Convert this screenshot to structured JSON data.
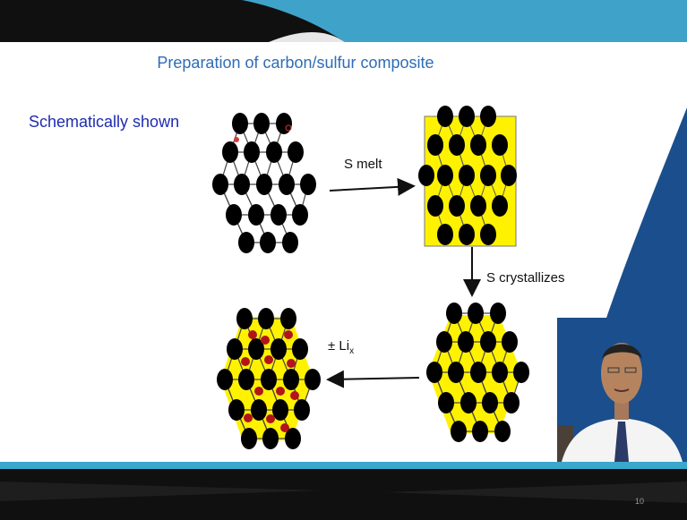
{
  "slide": {
    "title": "Preparation of carbon/sulfur composite",
    "side_label": "Schematically shown",
    "page_number": "10"
  },
  "diagram": {
    "arrow_melt_label": "S melt",
    "arrow_crystallize_label": "S crystallizes",
    "arrow_lithiation_label_prefix": "± Li",
    "arrow_lithiation_label_sub": "x",
    "structures": [
      "carbon-host",
      "carbon-with-molten-sulfur",
      "carbon-with-crystallized-sulfur",
      "lithiated-composite"
    ]
  },
  "colors": {
    "title": "#2e6db4",
    "side_label": "#1f2cb0",
    "sulfur_fill": "#fff200",
    "carbon_particle": "#000000",
    "lithium_particle": "#b3141b",
    "top_bar_dark": "#101010",
    "top_bar_teal": "#3fa3c9",
    "side_panel_blue": "#1b4e8c",
    "footer_teal": "#3aa7cc"
  }
}
